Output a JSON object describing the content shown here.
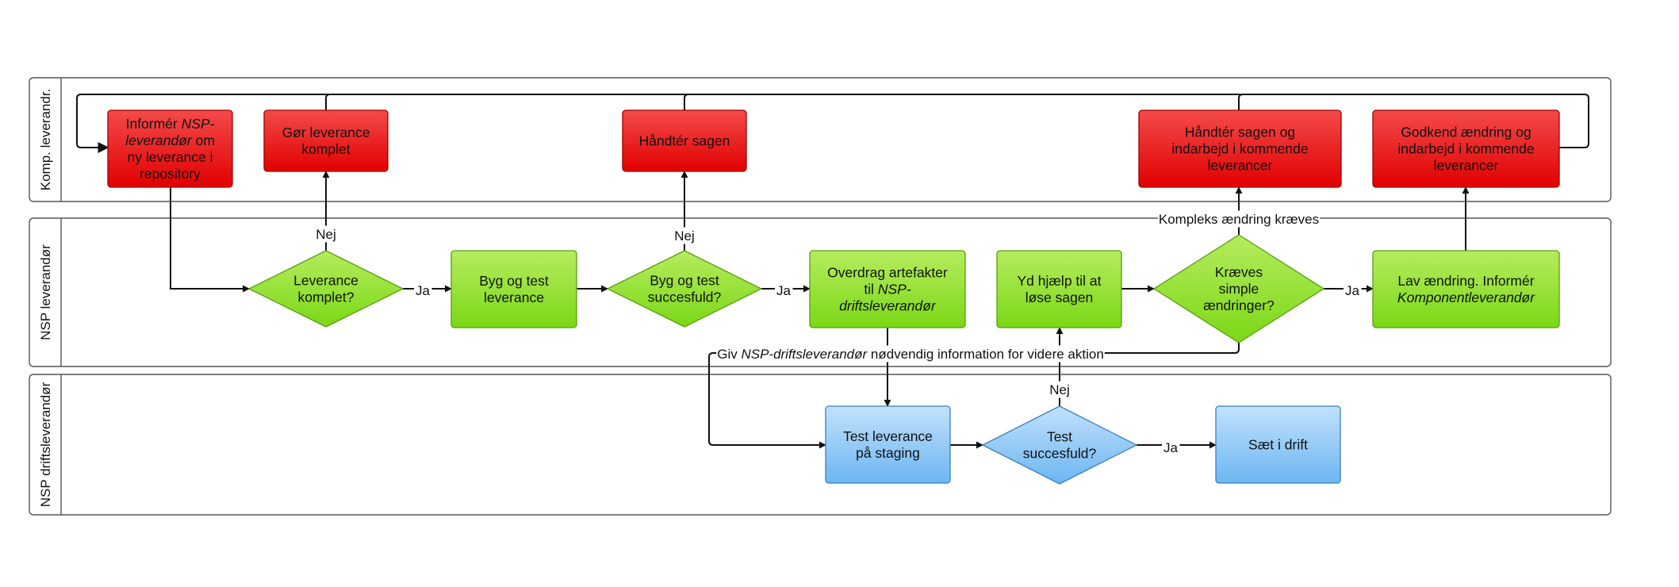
{
  "lanes": [
    {
      "id": "komp",
      "label": "Komp. leverandr."
    },
    {
      "id": "nsp",
      "label": "NSP leverandør"
    },
    {
      "id": "drift",
      "label": "NSP driftsleverandør"
    }
  ],
  "nodes": {
    "informer": {
      "kind": "process",
      "color": "red",
      "lines": [
        [
          {
            "t": "Informér "
          },
          {
            "t": "NSP-",
            "i": true
          }
        ],
        [
          {
            "t": "leverandør",
            "i": true
          },
          {
            "t": " om"
          }
        ],
        [
          {
            "t": "ny leverance i"
          }
        ],
        [
          {
            "t": "repository"
          }
        ]
      ]
    },
    "goer_komplet": {
      "kind": "process",
      "color": "red",
      "lines": [
        [
          {
            "t": "Gør leverance"
          }
        ],
        [
          {
            "t": "komplet"
          }
        ]
      ]
    },
    "haandter": {
      "kind": "process",
      "color": "red",
      "lines": [
        [
          {
            "t": "Håndtér sagen"
          }
        ]
      ]
    },
    "haandter_indarbejd": {
      "kind": "process",
      "color": "red",
      "lines": [
        [
          {
            "t": "Håndtér sagen og"
          }
        ],
        [
          {
            "t": "indarbejd i kommende"
          }
        ],
        [
          {
            "t": "leverancer"
          }
        ]
      ]
    },
    "godkend": {
      "kind": "process",
      "color": "red",
      "lines": [
        [
          {
            "t": "Godkend ændring og"
          }
        ],
        [
          {
            "t": "indarbejd i kommende"
          }
        ],
        [
          {
            "t": "leverancer"
          }
        ]
      ]
    },
    "lev_komplet": {
      "kind": "decision",
      "color": "green",
      "lines": [
        [
          {
            "t": "Leverance"
          }
        ],
        [
          {
            "t": "komplet?"
          }
        ]
      ]
    },
    "byg_test": {
      "kind": "process",
      "color": "green",
      "lines": [
        [
          {
            "t": "Byg og test"
          }
        ],
        [
          {
            "t": "leverance"
          }
        ]
      ]
    },
    "byg_ok": {
      "kind": "decision",
      "color": "green",
      "lines": [
        [
          {
            "t": "Byg og test"
          }
        ],
        [
          {
            "t": "succesfuld?"
          }
        ]
      ]
    },
    "overdrag": {
      "kind": "process",
      "color": "green",
      "lines": [
        [
          {
            "t": "Overdrag artefakter"
          }
        ],
        [
          {
            "t": "til "
          },
          {
            "t": "NSP-",
            "i": true
          }
        ],
        [
          {
            "t": "driftsleverandør",
            "i": true
          }
        ]
      ]
    },
    "yd_hjaelp": {
      "kind": "process",
      "color": "green",
      "lines": [
        [
          {
            "t": "Yd hjælp til at"
          }
        ],
        [
          {
            "t": "løse sagen"
          }
        ]
      ]
    },
    "kraeves": {
      "kind": "decision",
      "color": "green",
      "lines": [
        [
          {
            "t": "Kræves"
          }
        ],
        [
          {
            "t": "simple"
          }
        ],
        [
          {
            "t": "ændringer?"
          }
        ]
      ]
    },
    "lav_aendring": {
      "kind": "process",
      "color": "green",
      "lines": [
        [
          {
            "t": "Lav ændring. Informér"
          }
        ],
        [
          {
            "t": "Komponentleverandør",
            "i": true
          }
        ]
      ]
    },
    "test_staging": {
      "kind": "process",
      "color": "blue",
      "lines": [
        [
          {
            "t": "Test leverance"
          }
        ],
        [
          {
            "t": "på staging"
          }
        ]
      ]
    },
    "test_ok": {
      "kind": "decision",
      "color": "blue",
      "lines": [
        [
          {
            "t": "Test"
          }
        ],
        [
          {
            "t": "succesfuld?"
          }
        ]
      ]
    },
    "saet_drift": {
      "kind": "process",
      "color": "blue",
      "lines": [
        [
          {
            "t": "Sæt i drift"
          }
        ]
      ]
    }
  },
  "edge_labels": {
    "nej": "Nej",
    "ja": "Ja",
    "kompleks": "Kompleks ændring kræves",
    "giv": [
      {
        "t": "Giv "
      },
      {
        "t": "NSP-driftsleverandør",
        "i": true
      },
      {
        "t": " nødvendig information for videre aktion"
      }
    ]
  },
  "colors": {
    "red": [
      "#f44a4a",
      "#e10000",
      "#a10000"
    ],
    "green": [
      "#b6ec5f",
      "#7ad816",
      "#5a9e0e"
    ],
    "blue": [
      "#c2e1fb",
      "#6cb6f2",
      "#3a7fbf"
    ]
  }
}
